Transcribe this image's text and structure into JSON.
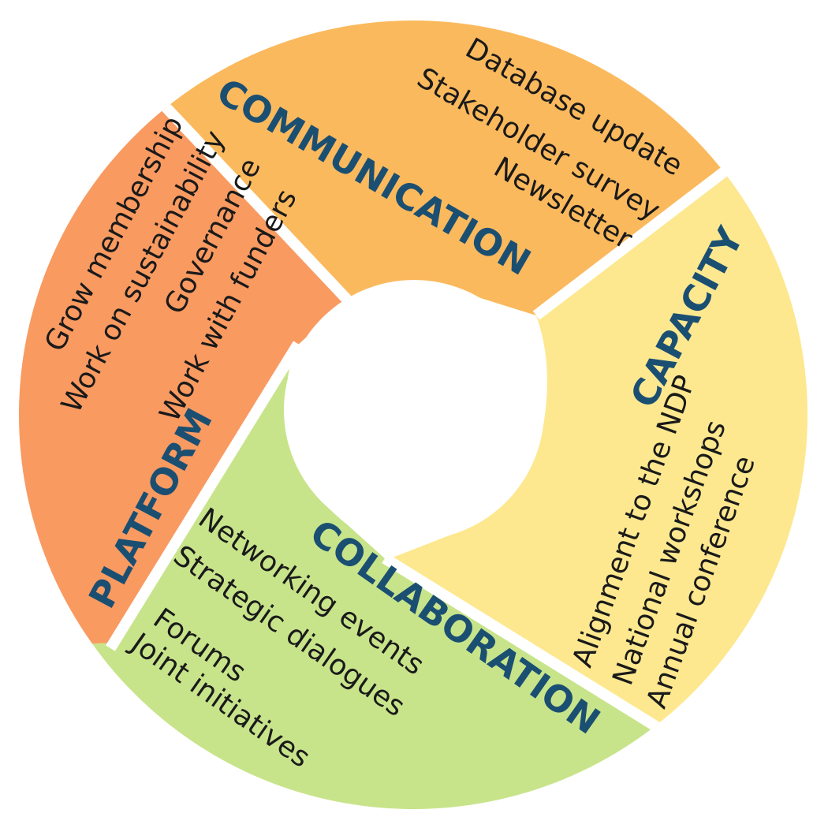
{
  "diagram": {
    "colors": {
      "communication": "#fbb95d",
      "capacity": "#fde88f",
      "collaboration": "#c8e48b",
      "platform": "#f99a61",
      "heading": "#1b4f72",
      "item": "#1a1a1a"
    },
    "segments": {
      "communication": {
        "title": "COMMUNICATION",
        "items": [
          "Database update",
          "Stakeholder survey",
          "Newsletter"
        ]
      },
      "capacity": {
        "title": "CAPACITY",
        "items": [
          "Alignment to the NDP",
          "National workshops",
          "Annual conference"
        ]
      },
      "collaboration": {
        "title": "COLLABORATION",
        "items": [
          "Networking events",
          "Strategic dialogues",
          "Forums",
          "Joint initiatives"
        ]
      },
      "platform": {
        "title": "PLATFORM",
        "items": [
          "Grow membership",
          "Work on sustainability",
          "Governance",
          "Work with funders"
        ]
      }
    }
  }
}
